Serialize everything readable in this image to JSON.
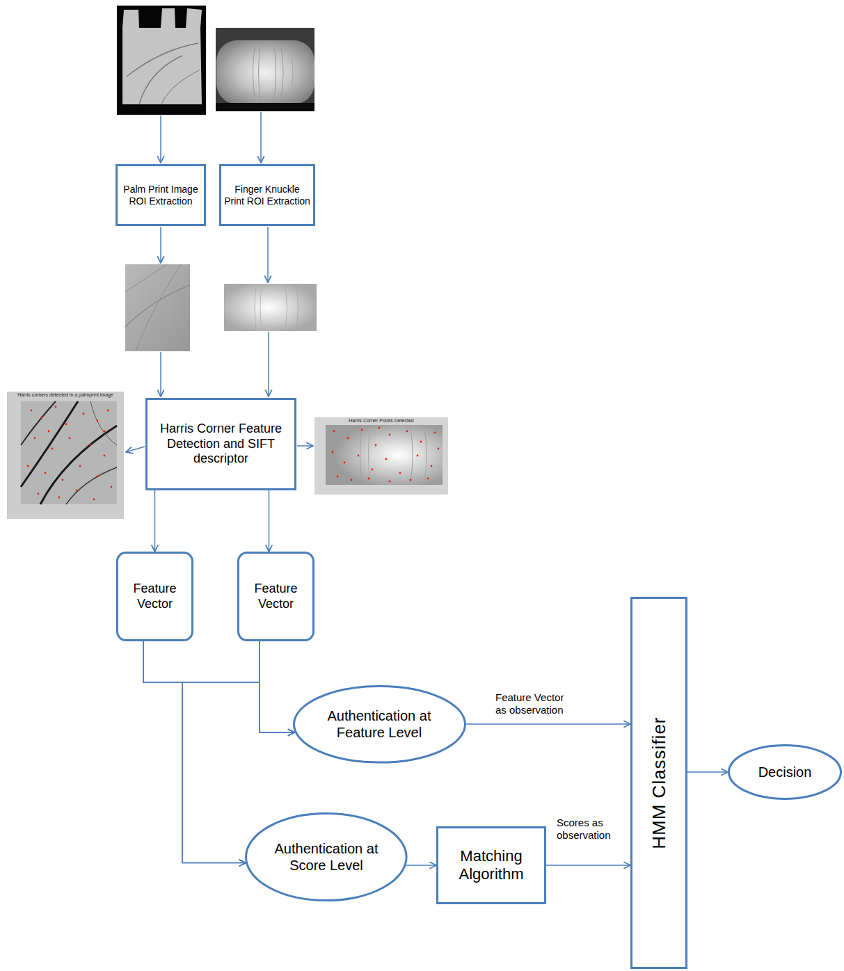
{
  "diagram": {
    "nodes": [
      {
        "text": [
          "Palm Print Image ROI Extraction"
        ]
      },
      {
        "text": [
          "Finger Knuckle Print ROI Extraction"
        ]
      },
      {
        "text": [
          "Harris Corner Feature Detection and SIFT descriptor"
        ]
      },
      {
        "text": [
          "Feature Vector"
        ]
      },
      {
        "text": [
          "Feature Vector"
        ]
      },
      {
        "text": [
          "HMM Classifier"
        ]
      },
      {
        "text": [
          "Authentication at Feature Level"
        ]
      },
      {
        "text": [
          "Decision"
        ]
      },
      {
        "text": [
          "Authentication at Score Level"
        ]
      },
      {
        "text": [
          "Matching Algorithm"
        ]
      }
    ],
    "edges": [
      {
        "from": 2,
        "to": 3,
        "arrow": "to"
      },
      {
        "from": 2,
        "to": 4,
        "arrow": "to"
      },
      {
        "from": 3,
        "to": 6,
        "arrow": "to"
      },
      {
        "from": 4,
        "to": 6,
        "arrow": "to"
      },
      {
        "from": 3,
        "to": 8,
        "arrow": "to"
      },
      {
        "from": 4,
        "to": 8,
        "arrow": "to"
      },
      {
        "from": 6,
        "to": 5,
        "arrow": "to",
        "label": "Feature Vector as observation"
      },
      {
        "from": 8,
        "to": 9,
        "arrow": "to"
      },
      {
        "from": 9,
        "to": 5,
        "arrow": "to",
        "label": "Scores as observation"
      },
      {
        "from": 5,
        "to": 7,
        "arrow": "to"
      }
    ],
    "labels": [
      "Harris corners detected in a palmprint image",
      "Harris Corner Points Detected"
    ]
  }
}
